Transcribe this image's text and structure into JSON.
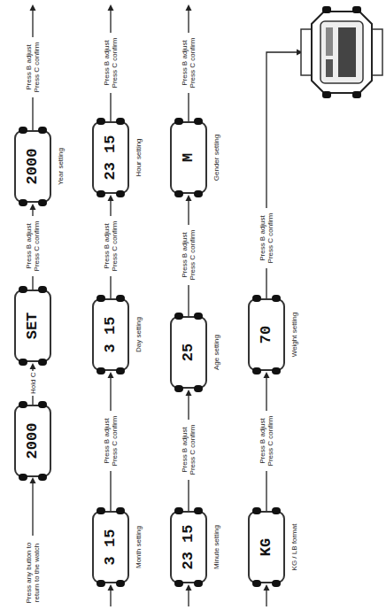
{
  "diagram": {
    "nodes": [
      {
        "text": [
          "2000"
        ]
      },
      {
        "text": [
          "SET"
        ]
      },
      {
        "text": [
          "2000",
          "Year setting"
        ]
      },
      {
        "text": [
          "3 15",
          "Month setting"
        ]
      },
      {
        "text": [
          "3 15",
          "Day setting"
        ]
      },
      {
        "text": [
          "23 15",
          "Hour setting"
        ]
      },
      {
        "text": [
          "23 15",
          "Minute setting"
        ]
      },
      {
        "text": [
          "25",
          "Age setting"
        ]
      },
      {
        "text": [
          "M",
          "Gender setting"
        ]
      },
      {
        "text": [
          "KG",
          "KG / LB format"
        ]
      },
      {
        "text": [
          "70",
          "Weight setting"
        ]
      }
    ],
    "edges": [
      {
        "from": 0,
        "to": 1,
        "arrow": "to",
        "label": "Hold C"
      },
      {
        "from": 1,
        "to": 2,
        "arrow": "to",
        "label": "Press B adjust Press C confirm"
      },
      {
        "from": 2,
        "to": 3,
        "arrow": "to",
        "label": "Press B adjust Press C confirm"
      },
      {
        "from": 3,
        "to": 4,
        "arrow": "to",
        "label": "Press B adjust Press C confirm"
      },
      {
        "from": 4,
        "to": 5,
        "arrow": "to",
        "label": "Press B adjust Press C confirm"
      },
      {
        "from": 5,
        "to": 6,
        "arrow": "to",
        "label": "Press B adjust Press C confirm"
      },
      {
        "from": 6,
        "to": 7,
        "arrow": "to",
        "label": "Press B adjust Press C confirm"
      },
      {
        "from": 7,
        "to": 8,
        "arrow": "to",
        "label": "Press B adjust Press C confirm"
      },
      {
        "from": 8,
        "to": 9,
        "arrow": "to",
        "label": "Press B adjust Press C confirm"
      },
      {
        "from": 9,
        "to": 10,
        "arrow": "to",
        "label": "Press B adjust Press C confirm"
      }
    ],
    "labels": [
      "Press any button to return to the watch",
      "Press B adjust Press C confirm"
    ]
  }
}
